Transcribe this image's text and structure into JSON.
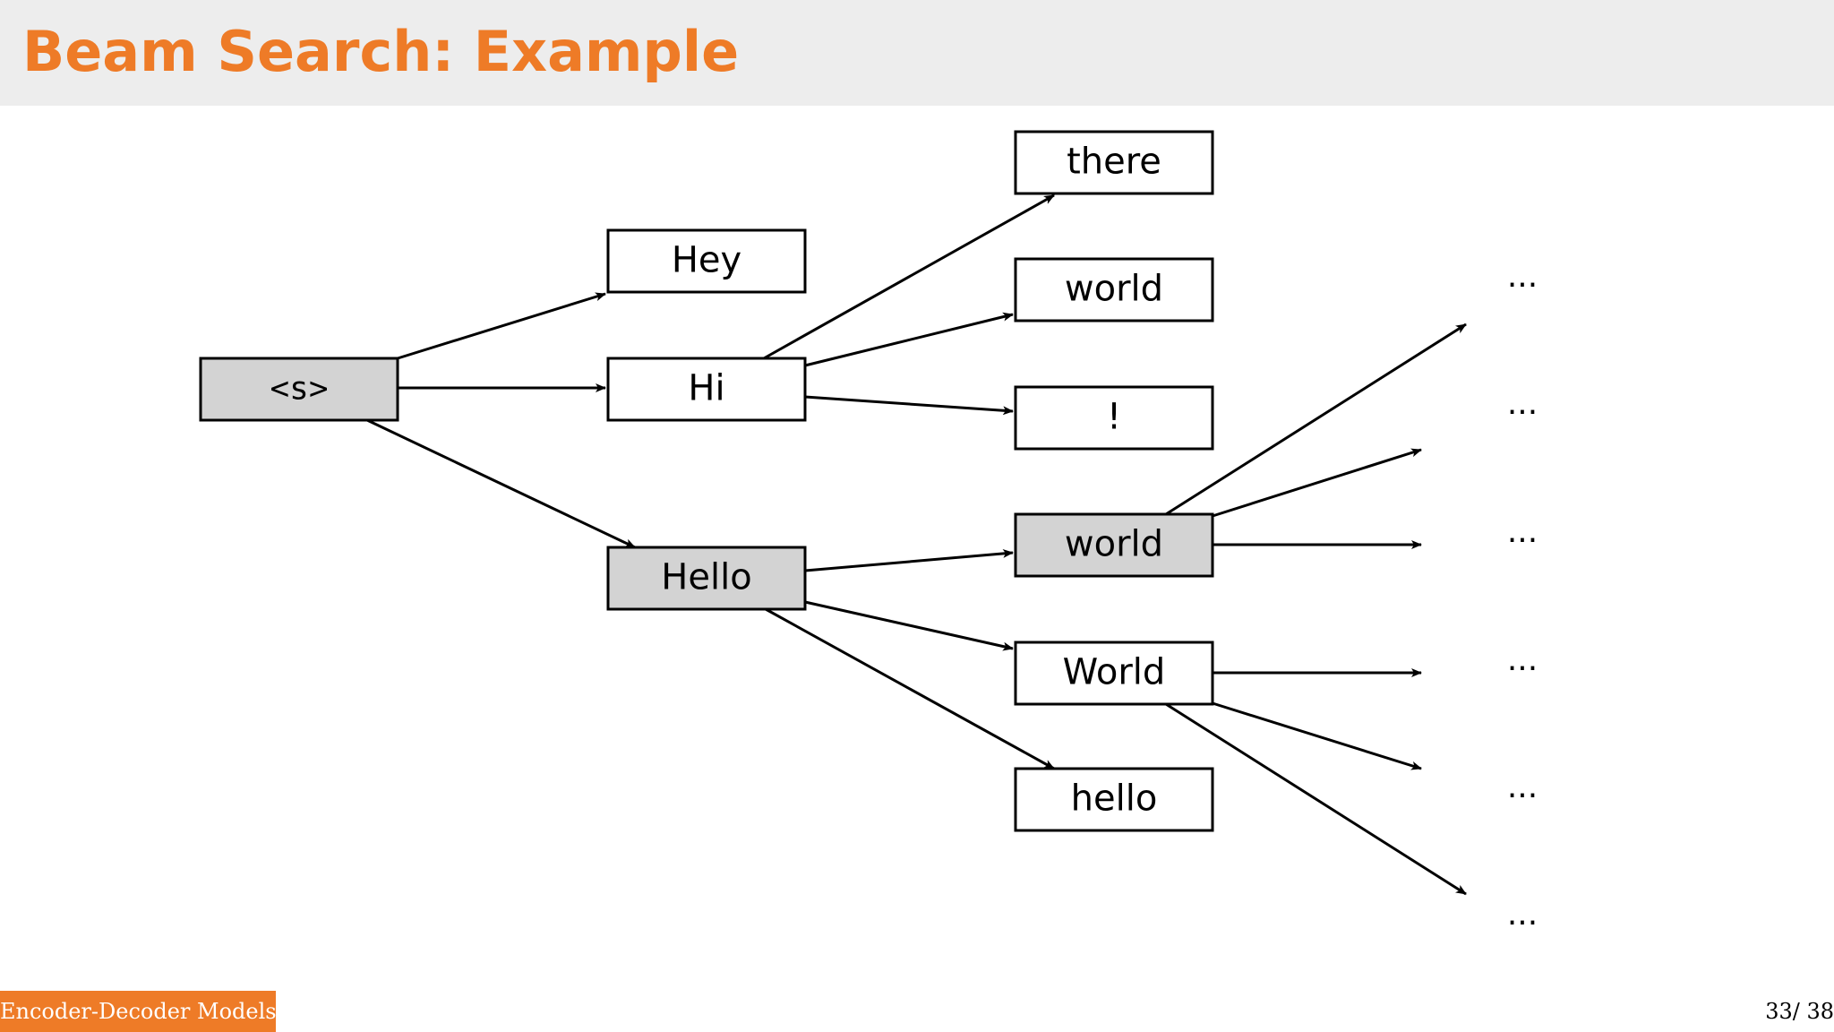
{
  "slide": {
    "title": "Beam Search: Example",
    "footer_label": "Encoder-Decoder Models",
    "page_number": "33/ 38"
  },
  "colors": {
    "accent": "#ee7b27",
    "header_bg": "#ededed",
    "selected_node_fill": "#d3d3d3",
    "node_fill": "#ffffff"
  },
  "diagram": {
    "nodes": [
      {
        "id": "start",
        "label": "<s>",
        "selected": true,
        "mono": true
      },
      {
        "id": "hey",
        "label": "Hey",
        "selected": false
      },
      {
        "id": "hi",
        "label": "Hi",
        "selected": false
      },
      {
        "id": "hello",
        "label": "Hello",
        "selected": true
      },
      {
        "id": "there",
        "label": "there",
        "selected": false
      },
      {
        "id": "world1",
        "label": "world",
        "selected": false
      },
      {
        "id": "bang",
        "label": "!",
        "selected": false
      },
      {
        "id": "world2",
        "label": "world",
        "selected": true
      },
      {
        "id": "World",
        "label": "World",
        "selected": false
      },
      {
        "id": "hello2",
        "label": "hello",
        "selected": false
      }
    ],
    "edges": [
      {
        "from": "start",
        "to": "hey"
      },
      {
        "from": "start",
        "to": "hi"
      },
      {
        "from": "start",
        "to": "hello"
      },
      {
        "from": "hi",
        "to": "there"
      },
      {
        "from": "hi",
        "to": "world1"
      },
      {
        "from": "hi",
        "to": "bang"
      },
      {
        "from": "hello",
        "to": "world2"
      },
      {
        "from": "hello",
        "to": "World"
      },
      {
        "from": "hello",
        "to": "hello2"
      },
      {
        "from": "world2",
        "to": "open"
      },
      {
        "from": "world2",
        "to": "open"
      },
      {
        "from": "world2",
        "to": "open"
      },
      {
        "from": "World",
        "to": "open"
      },
      {
        "from": "World",
        "to": "open"
      },
      {
        "from": "World",
        "to": "open"
      }
    ],
    "ellipsis_label": "...",
    "ellipsis_count": 6
  }
}
